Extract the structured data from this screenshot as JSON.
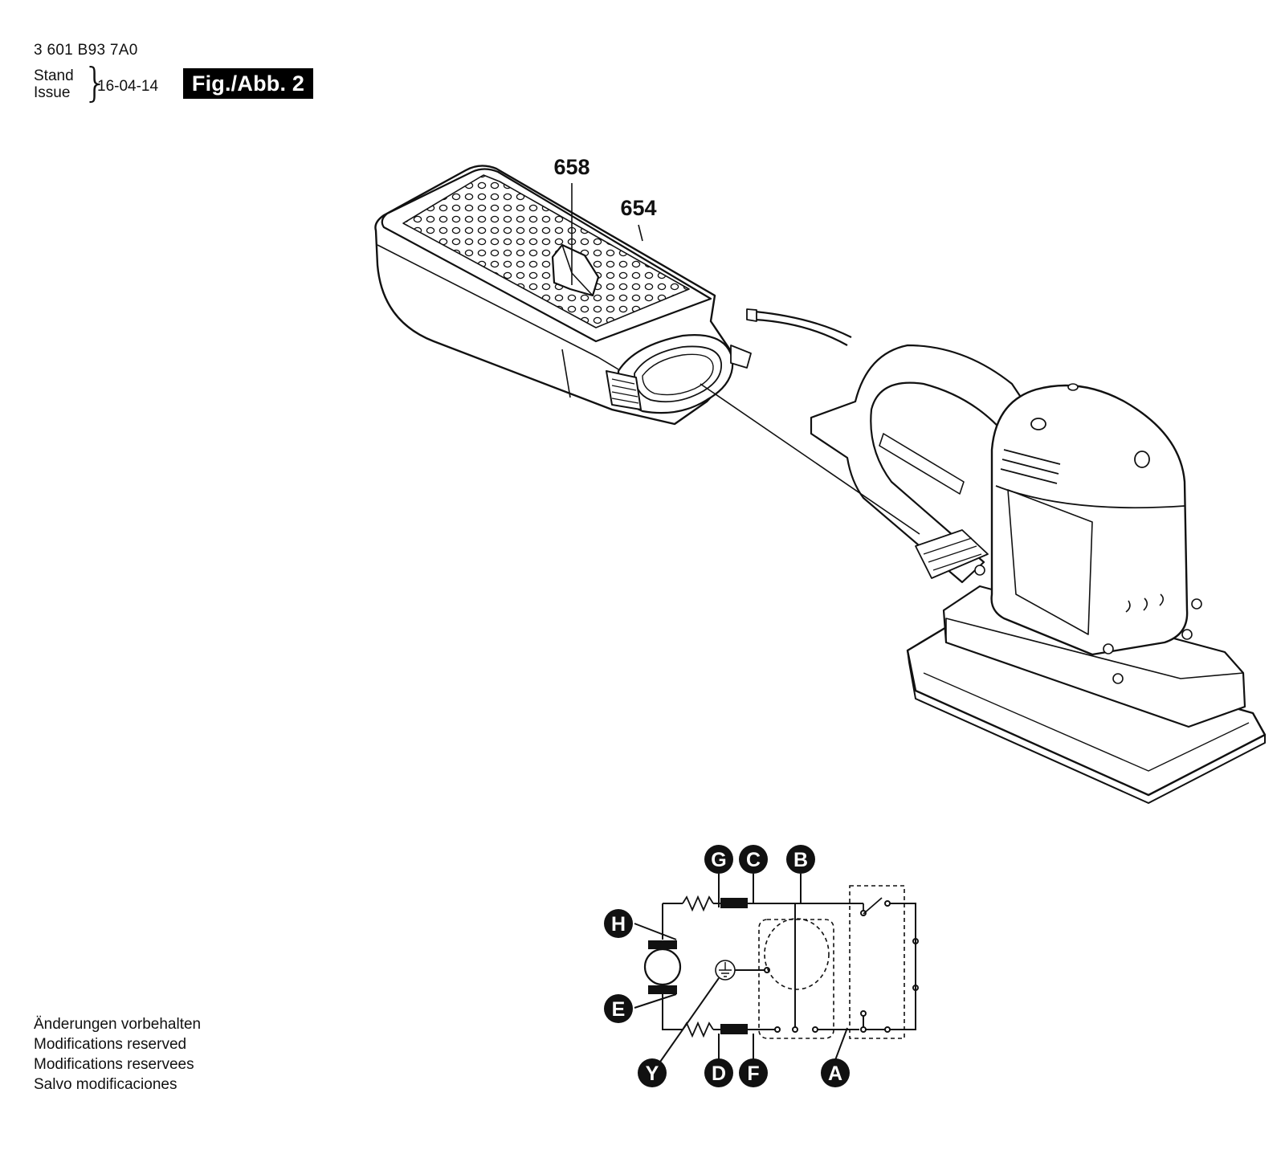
{
  "header": {
    "part_number": "3 601 B93 7A0",
    "stand_label": "Stand",
    "issue_label": "Issue",
    "brace": "}",
    "date": "16-04-14",
    "figure_label": "Fig./Abb. 2"
  },
  "callouts": {
    "part_658": "658",
    "part_654": "654"
  },
  "schematic": {
    "labels": [
      "G",
      "C",
      "B",
      "H",
      "E",
      "Y",
      "D",
      "F",
      "A"
    ]
  },
  "notes": [
    "Änderungen vorbehalten",
    "Modifications reserved",
    "Modifications reservees",
    "Salvo modificaciones"
  ]
}
